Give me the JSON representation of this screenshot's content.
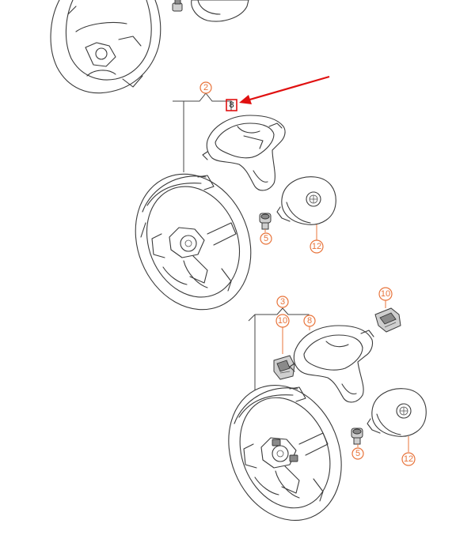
{
  "callouts": {
    "c2": "2",
    "c8_highlight": "8",
    "c5_mid": "5",
    "c12_mid": "12",
    "c3": "3",
    "c10_left": "10",
    "c8_lower": "8",
    "c10_right": "10",
    "c5_low": "5",
    "c12_low": "12"
  },
  "colors": {
    "callout": "#e8743b",
    "highlight": "#e01010",
    "line": "#3a3a3a"
  }
}
